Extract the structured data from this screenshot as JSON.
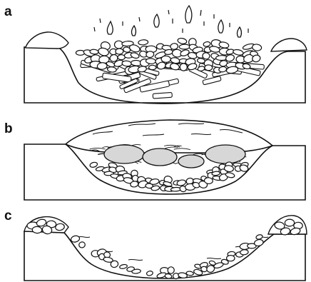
{
  "panels": [
    {
      "label": "a"
    },
    {
      "label": "b"
    },
    {
      "label": "c"
    }
  ],
  "colors": {
    "ink": "#111111",
    "paper": "#ffffff",
    "food": "#d7d7d7"
  }
}
